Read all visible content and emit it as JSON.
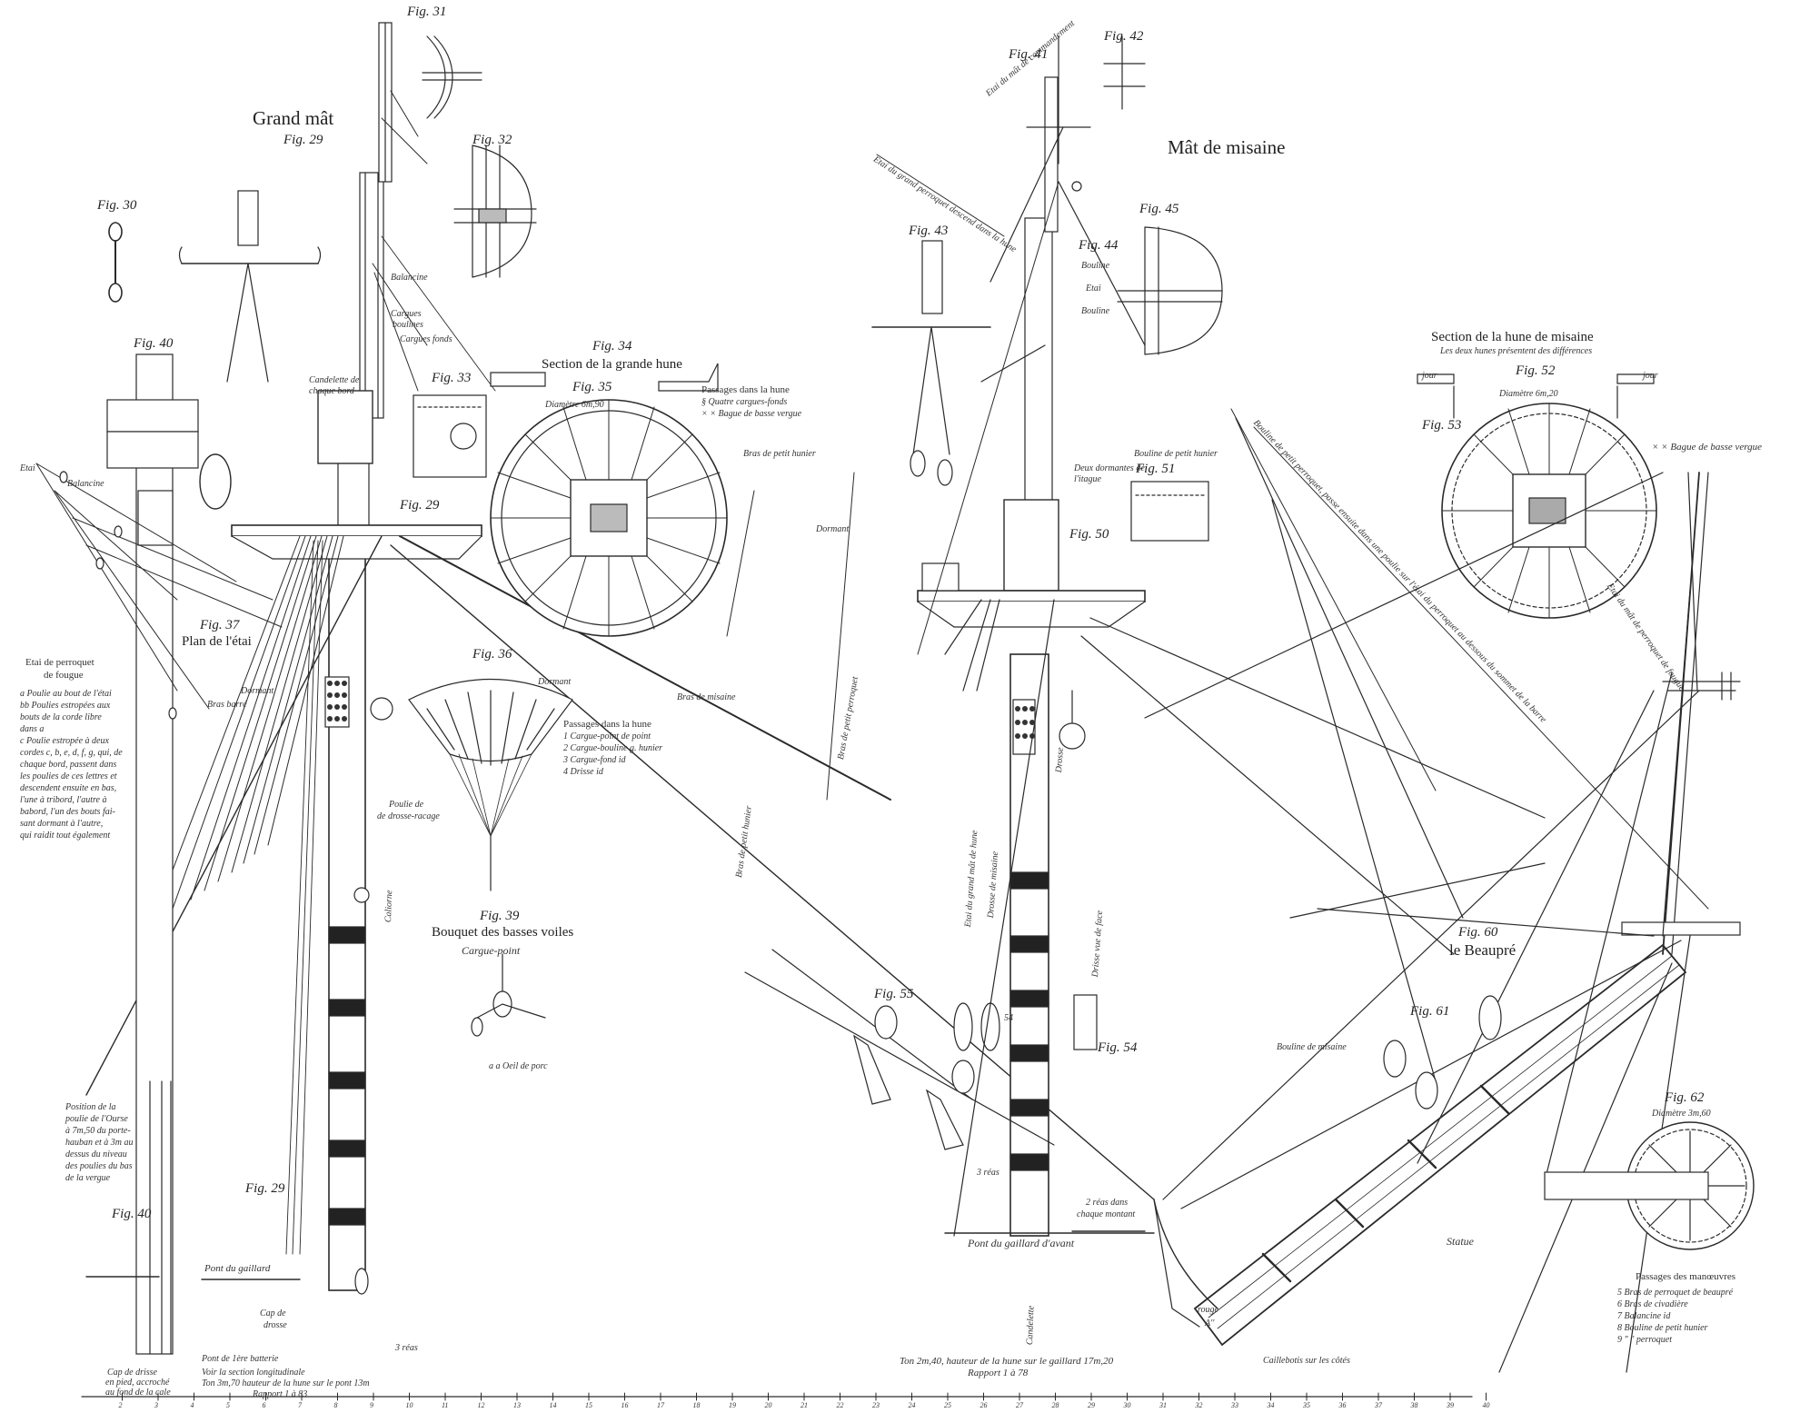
{
  "titles": {
    "grand_mat": "Grand mât",
    "mat_misaine": "Mât de misaine",
    "beaupre": "le Beaupré"
  },
  "figures": {
    "f29a": "Fig. 29",
    "f29b": "Fig. 29",
    "f29c": "Fig. 29",
    "f30": "Fig. 30",
    "f31": "Fig. 31",
    "f32": "Fig. 32",
    "f33": "Fig. 33",
    "f34": "Fig. 34",
    "f35": "Fig. 35",
    "f36": "Fig. 36",
    "f37": "Fig. 37",
    "f39": "Fig. 39",
    "f40a": "Fig. 40",
    "f40b": "Fig. 40",
    "f41": "Fig. 41",
    "f42": "Fig. 42",
    "f43": "Fig. 43",
    "f44": "Fig. 44",
    "f45": "Fig. 45",
    "f50": "Fig. 50",
    "f51": "Fig. 51",
    "f52": "Fig. 52",
    "f53": "Fig. 53",
    "f54a": "Fig. 54",
    "f55": "Fig. 55",
    "f60": "Fig. 60",
    "f61": "Fig. 61",
    "f62": "Fig. 62"
  },
  "sections": {
    "grande_hune": "Section de la grande hune",
    "hune_misaine": "Section de la hune de misaine",
    "hune_misaine_sub": "Les deux hunes présentent des différences",
    "diam35": "Diamètre 6m,90",
    "diam52": "Diamètre 6m,20",
    "diam62": "Diamètre 3m,60",
    "plan_etai": "Plan de l'étai",
    "bouquet": "Bouquet des basses voiles",
    "cargue_point": "Cargue-point"
  },
  "passages_top": {
    "title": "Passages dans la hune",
    "row1": "§ Quatre cargues-fonds",
    "row2": "× × Bague de basse vergue"
  },
  "passages_36": {
    "title": "Passages dans la hune",
    "row1": "1 Cargue-point de point",
    "row2": "2 Cargue-bouline g. hunier",
    "row3": "3 Cargue-fond   id",
    "row4": "4 Drisse          id"
  },
  "bague_right": "× × Bague de basse vergue",
  "etai": {
    "title1": "Etai de perroquet",
    "title2": "de fougue",
    "l1": "a  Poulie au bout de l'étai",
    "l2": "bb Poulies estropées aux",
    "l3": "bouts de la corde libre",
    "l4": "dans a",
    "l5": "c  Poulie estropée à deux",
    "l6": "cordes  c, b, e, d, f, g, qui, de",
    "l7": "chaque bord, passent dans",
    "l8": "les poulies de ces lettres et",
    "l9": "descendent ensuite en bas,",
    "l10": "l'une à tribord, l'autre à",
    "l11": "babord, l'un des bouts fai-",
    "l12": "sant dormant à l'autre,",
    "l13": "qui raidit tout également"
  },
  "position": {
    "l1": "Position de la",
    "l2": "poulie de l'Ourse",
    "l3": "à 7m,50 du porte-",
    "l4": "hauban et à 3m au",
    "l5": "dessus du niveau",
    "l6": "des poulies du bas",
    "l7": "de la vergue"
  },
  "maneuvres": {
    "title": "Passages des manœuvres",
    "l1": "5  Bras de perroquet de beaupré",
    "l2": "6  Bras de civadière",
    "l3": "7  Balancine   id",
    "l4": "8  Bouline de petit hunier",
    "l5": "9      \"      \"   perroquet"
  },
  "labels": {
    "balancine1": "Balancine",
    "balancine2": "Balancine",
    "etai": "Etai",
    "dormant1": "Dormant",
    "dormant2": "Dormant",
    "dormant3": "Dormant",
    "bras_barre": "Bras barré",
    "bras_petit_hunier": "Bras de petit hunier",
    "bras_misaine": "Bras de misaine",
    "bouline_petit_hunier": "Bouline de petit hunier",
    "bouline_misaine": "Bouline de misaine",
    "poulie_drosse": "Poulie de",
    "poulie_drosse2": "de drosse-racage",
    "caliorne": "Caliorne",
    "candelette": "Candelette",
    "candelette2": "Candelette",
    "candelette_bord": "Candelette de chaque bord",
    "bouline": "Bouline",
    "etai2": "Etai",
    "bouline2": "Bouline",
    "cargues": "Cargues",
    "boulines": "boulines",
    "cargues_fonds": "Cargues fonds",
    "poulies_dormantes": "Deux dormantes de l'itague",
    "deux_reas": "2 réas dans",
    "chaque_montant": "chaque montant",
    "trois_reas": "3 réas",
    "trois_reas2": "3 réas",
    "cap_drosse": "Cap de",
    "cap_drosse2": "drosse",
    "jour1": "jour",
    "jour2": "jour",
    "statue": "Statue",
    "rouge": "rouge",
    "a2": "A''",
    "oeil": "a a Oeil de porc",
    "pont_gaillard": "Pont du gaillard",
    "pont_gaillard_avant": "Pont du gaillard d'avant",
    "pont_batterie": "Pont de 1ère batterie",
    "cap_fond": "Cap de drisse",
    "cap_fond2": "en pied, accroché",
    "cap_fond3": "au fond de la cale",
    "voir_section": "Voir la section longitudinale",
    "ton_grand": "Ton 3m,70 hauteur de la hune sur le pont 13m",
    "rapport1": "Rapport 1 à 83",
    "ton_misaine": "Ton 2m,40, hauteur de la hune sur le gaillard 17m,20",
    "rapport2": "Rapport 1 à 78",
    "caillebotis": "Caillebotis sur les côtés",
    "diag_grand": "Etai du grand perroquet descend dans la hune",
    "diag_mat": "Etai du mât de commandement",
    "diag_bouline": "Bouline de petit perroquet, passe ensuite dans une poulie sur l'étai du perroquet au dessous du sommet de la barre",
    "diag_etai_misaine": "Etai du grand mât de hune",
    "drosse_misaine": "Drosse de misaine",
    "bras_petit_hunier2": "Bras de petit hunier",
    "bras_petit_perroquet": "Bras de petit perroquet",
    "drisse_face": "Drisse vue de face",
    "drosse": "Drosse",
    "fig54b": "54",
    "etai_mat_perroquet": "Etai du mât de perroquet de fougue"
  },
  "scale": {
    "ticks": [
      "2",
      "3",
      "4",
      "5",
      "6",
      "7",
      "8",
      "9",
      "10",
      "11",
      "12",
      "13",
      "14",
      "15",
      "16",
      "17",
      "18",
      "19",
      "20",
      "21",
      "22",
      "23",
      "24",
      "25",
      "26",
      "27",
      "28",
      "29",
      "30",
      "31",
      "32",
      "33",
      "34",
      "35",
      "36",
      "37",
      "38",
      "39",
      "40"
    ]
  }
}
